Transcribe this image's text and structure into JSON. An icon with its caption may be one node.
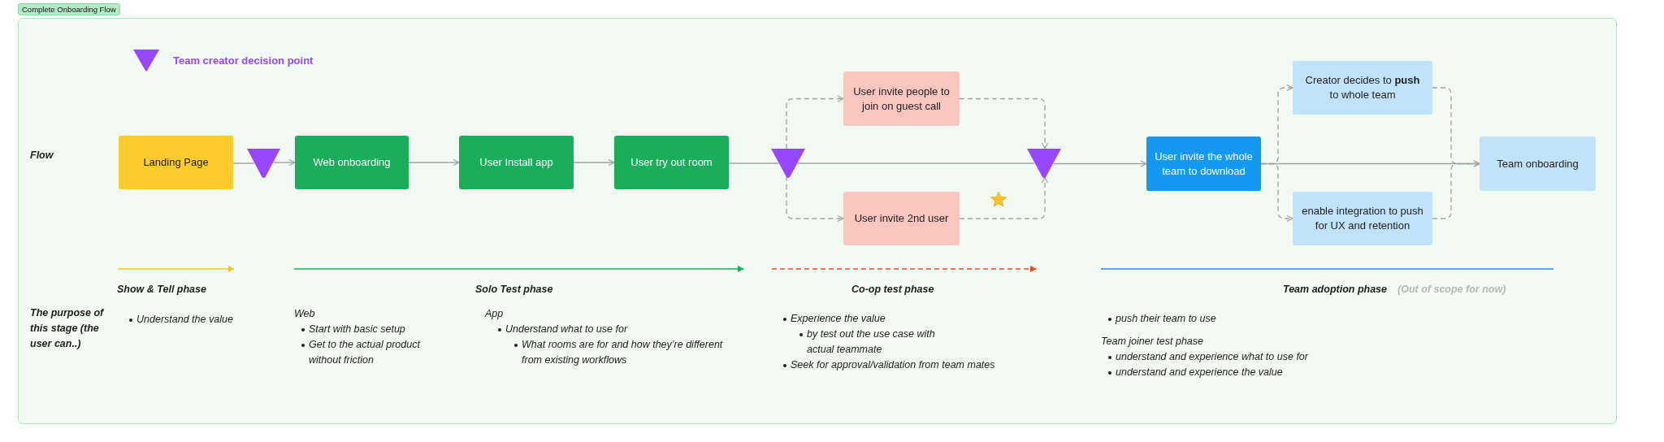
{
  "diagram": {
    "nodes": [
      {
        "text": [
          "Complete Onboarding Flow"
        ]
      },
      {
        "text": [
          "Landing Page"
        ],
        "in": 0
      },
      {
        "text": [],
        "shape": "triangle",
        "in": 0
      },
      {
        "text": [
          "Web onboarding"
        ],
        "in": 0
      },
      {
        "text": [
          "User Install app"
        ],
        "in": 0
      },
      {
        "text": [
          "User try out room"
        ],
        "in": 0
      },
      {
        "text": [],
        "shape": "triangle",
        "in": 0
      },
      {
        "text": [
          "User invite people to join on guest call"
        ],
        "in": 0
      },
      {
        "text": [
          "User invite 2nd user"
        ],
        "in": 0
      },
      {
        "text": [],
        "shape": "triangle",
        "in": 0
      },
      {
        "text": [
          "User invite the whole team to download"
        ],
        "in": 0
      },
      {
        "text": [
          "Creator decides to **push** to whole team"
        ],
        "in": 0
      },
      {
        "text": [
          "enable integration to push for UX and retention"
        ],
        "in": 0
      },
      {
        "text": [
          "Team onboarding"
        ],
        "in": 0
      }
    ],
    "edges": [
      {
        "from": 1,
        "to": 2,
        "arrow": "none"
      },
      {
        "from": 2,
        "to": 3,
        "arrow": "to"
      },
      {
        "from": 3,
        "to": 4,
        "arrow": "to"
      },
      {
        "from": 4,
        "to": 5,
        "arrow": "to"
      },
      {
        "from": 5,
        "to": 6,
        "arrow": "none"
      },
      {
        "from": 6,
        "to": 7,
        "arrow": "to",
        "style": "dashed"
      },
      {
        "from": 6,
        "to": 8,
        "arrow": "to",
        "style": "dashed"
      },
      {
        "from": 6,
        "to": 9,
        "arrow": "none"
      },
      {
        "from": 7,
        "to": 9,
        "arrow": "to",
        "style": "dashed"
      },
      {
        "from": 8,
        "to": 9,
        "arrow": "to",
        "style": "dashed"
      },
      {
        "from": 9,
        "to": 10,
        "arrow": "to"
      },
      {
        "from": 10,
        "to": 11,
        "arrow": "to",
        "style": "dashed"
      },
      {
        "from": 10,
        "to": 12,
        "arrow": "to",
        "style": "dashed"
      },
      {
        "from": 10,
        "to": 13,
        "arrow": "to"
      },
      {
        "from": 11,
        "to": 13,
        "arrow": "to",
        "style": "dashed"
      },
      {
        "from": 12,
        "to": 13,
        "arrow": "to",
        "style": "dashed"
      }
    ],
    "labels": [
      "Flow",
      "Show & Tell phase",
      "Solo Test phase",
      "Co-op test phase",
      "Team adoption phase",
      "(Out of scope for now)",
      "The purpose of this stage (the user can..)",
      "Understand the value",
      "Web",
      "Start with basic setup",
      "Get to the actual product without friction",
      "App",
      "Understand what to use for",
      "What rooms are for and how they’re different from existing workflows",
      "Experience the value",
      "by test out the use case with actual teammate",
      "Seek for approval/validation from team mates",
      "push their team to use",
      "Team joiner test phase",
      "understand and experience what to use for",
      "understand and experience the value"
    ],
    "legend": [
      {
        "text": "Team creator decision point"
      }
    ]
  }
}
